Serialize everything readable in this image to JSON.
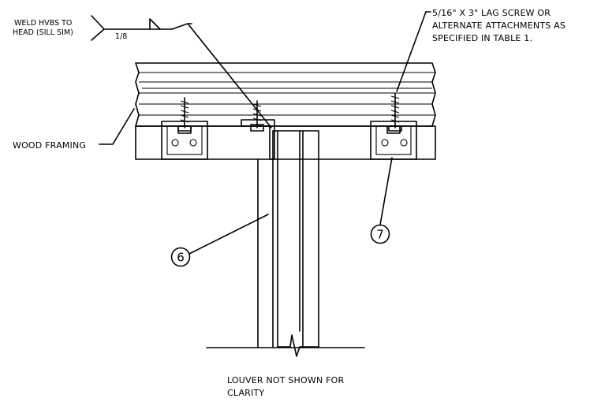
{
  "labels": {
    "weld_line1": "WELD HVBS TO",
    "weld_line2": "HEAD (SILL SIM)",
    "weld_size": "1/8",
    "lag_line1": "5/16\" X 3\" LAG SCREW OR",
    "lag_line2": "ALTERNATE ATTACHMENTS AS",
    "lag_line3": "SPECIFIED IN TABLE 1.",
    "wood_framing": "WOOD FRAMING",
    "louver_line1": "LOUVER NOT SHOWN FOR",
    "louver_line2": "CLARITY"
  },
  "callouts": {
    "mullion": "6",
    "clip": "7"
  }
}
